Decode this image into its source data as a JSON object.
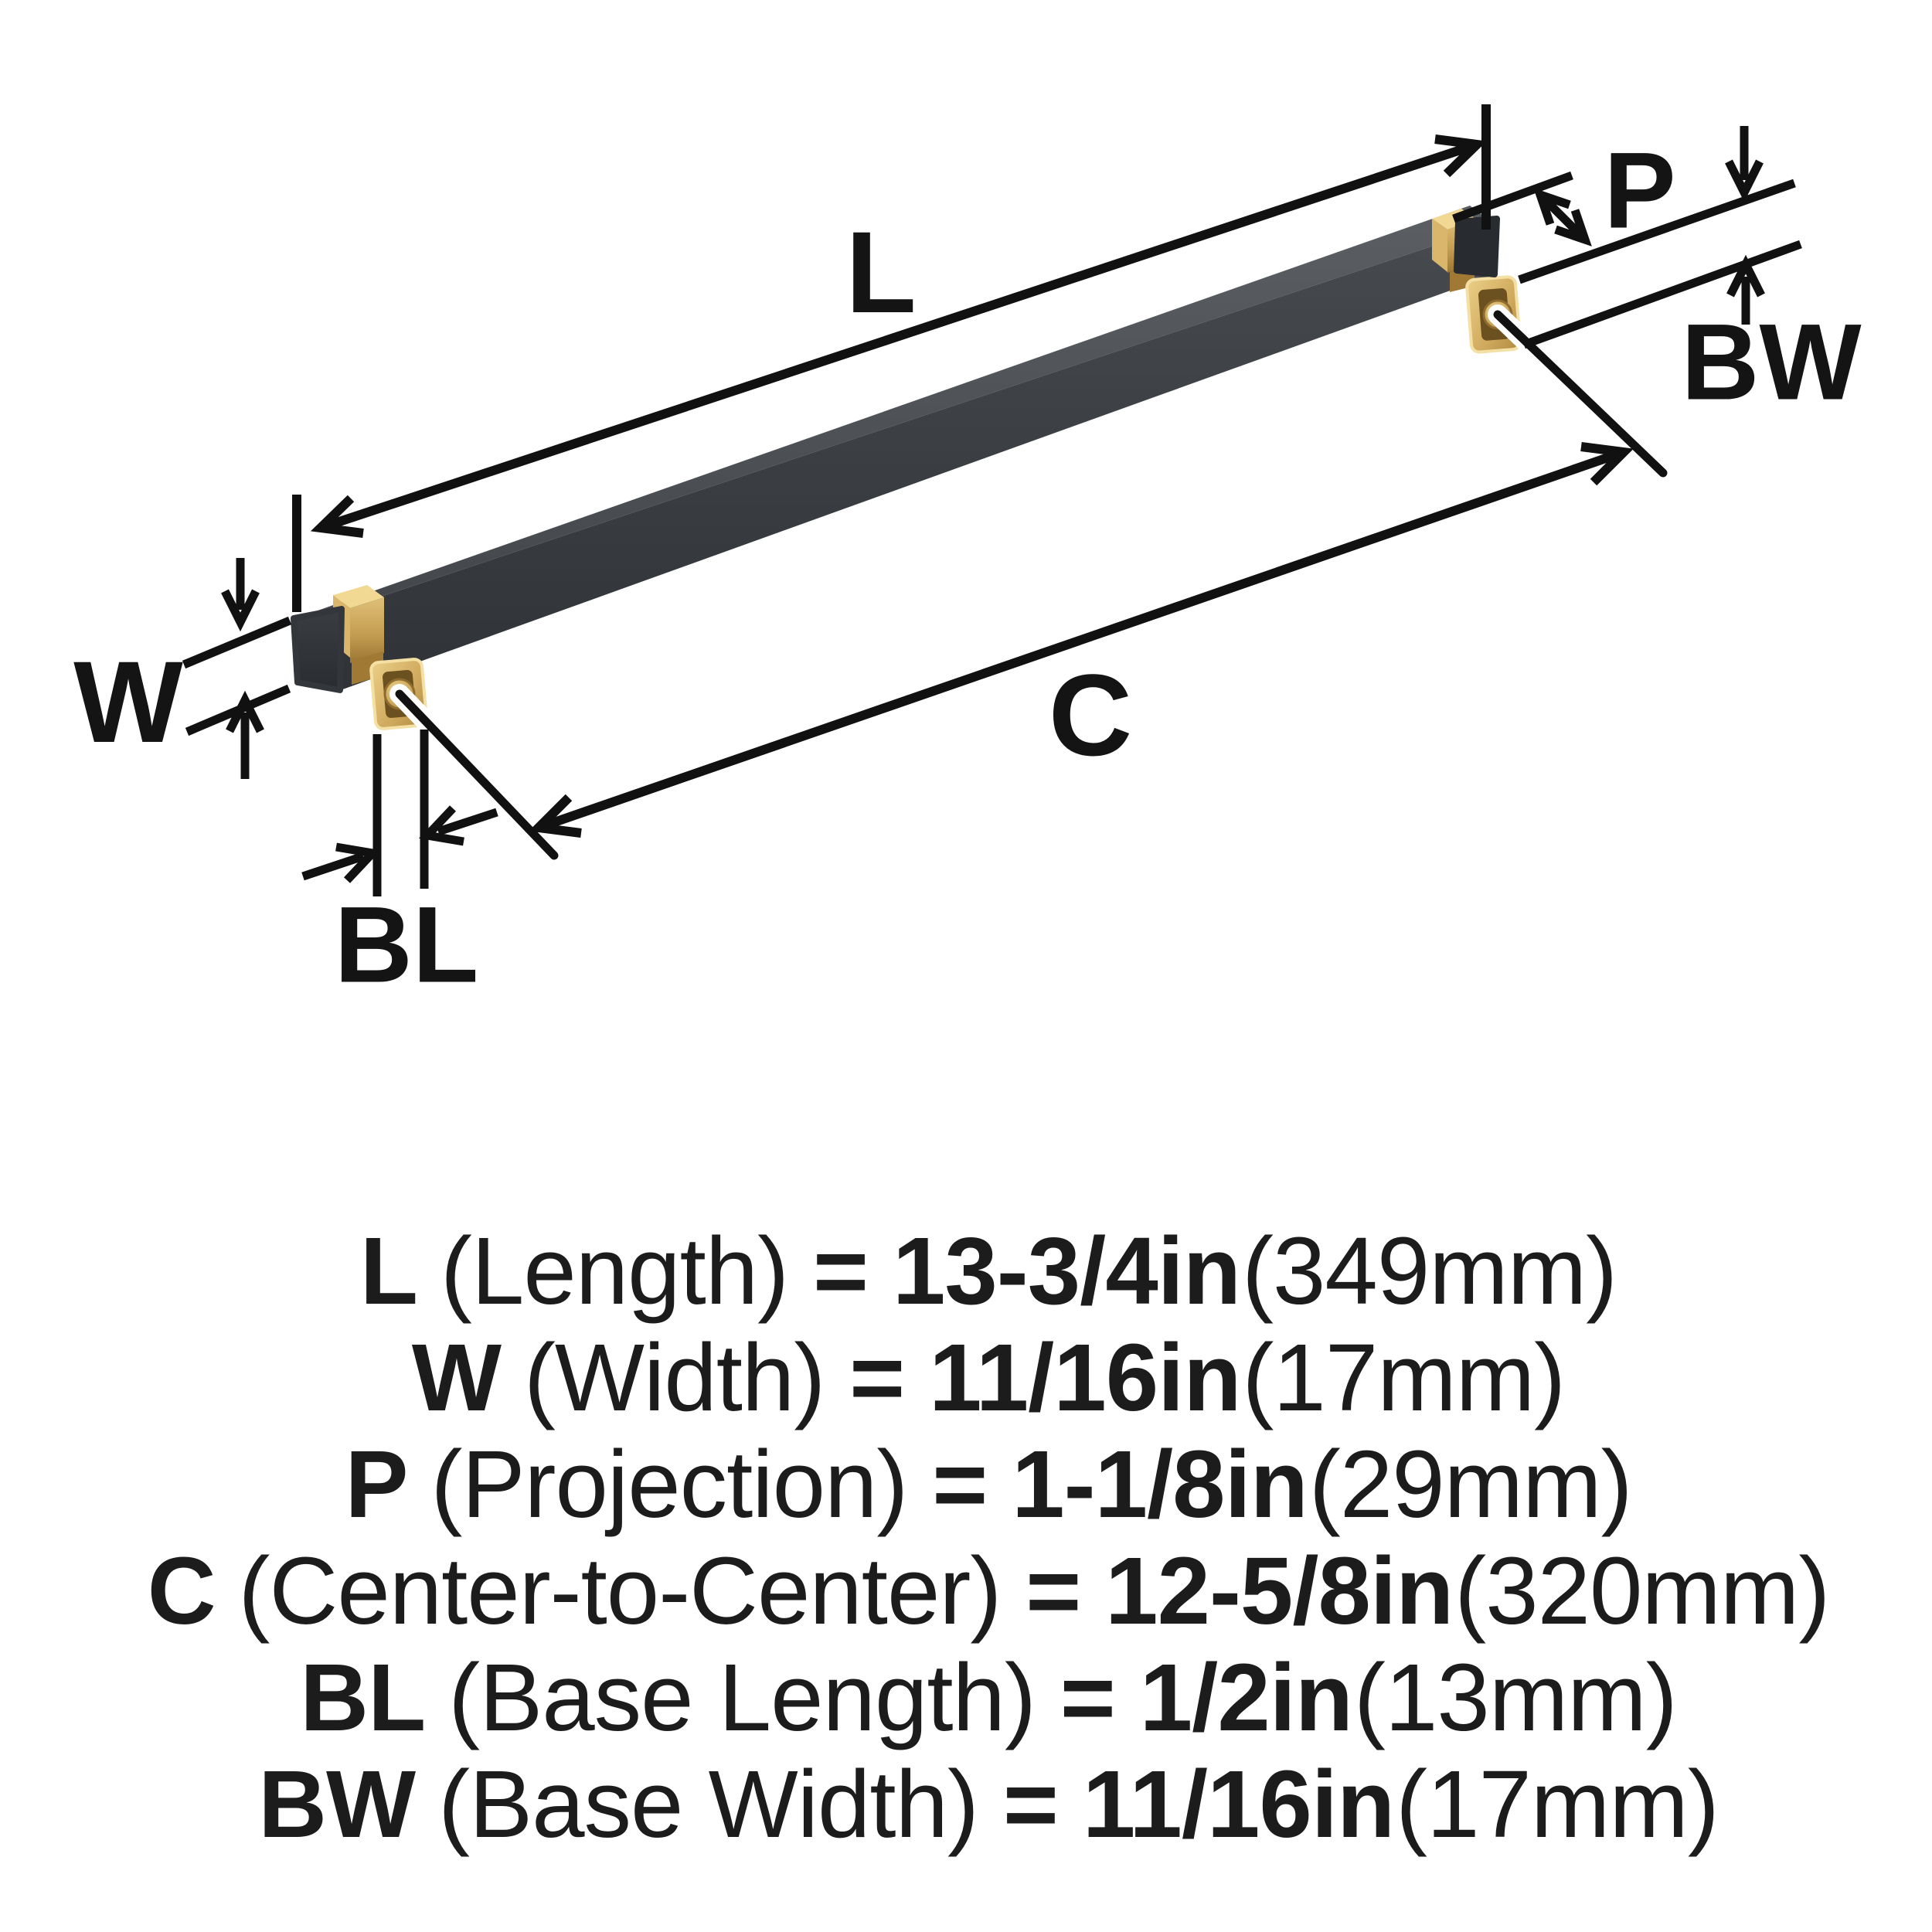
{
  "diagram": {
    "labels": {
      "l": "L",
      "w": "W",
      "p": "P",
      "c": "C",
      "bl": "BL",
      "bw": "BW"
    }
  },
  "specs": [
    {
      "label": "L",
      "name": "(Length)",
      "eq": "=",
      "value_in": "13-3/4in",
      "value_mm": "(349mm)"
    },
    {
      "label": "W",
      "name": "(Width)",
      "eq": "=",
      "value_in": "11/16in",
      "value_mm": "(17mm)"
    },
    {
      "label": "P",
      "name": "(Projection)",
      "eq": "=",
      "value_in": "1-1/8in",
      "value_mm": "(29mm)"
    },
    {
      "label": "C",
      "name": "(Center-to-Center)",
      "eq": "=",
      "value_in": "12-5/8in",
      "value_mm": "(320mm)"
    },
    {
      "label": "BL",
      "name": "(Base Length)",
      "eq": "=",
      "value_in": "1/2in",
      "value_mm": "(13mm)"
    },
    {
      "label": "BW",
      "name": "(Base Width)",
      "eq": "=",
      "value_in": "11/16in",
      "value_mm": "(17mm)"
    }
  ],
  "colors": {
    "background": "#ffffff",
    "line": "#111111",
    "bar_front": "#3d4144",
    "bar_top": "#53575b",
    "bar_end": "#2c2f33",
    "gold_light": "#f2d993",
    "gold_mid": "#c9a45a",
    "gold_dark": "#8f6b2e",
    "text": "#1c1c1c"
  }
}
